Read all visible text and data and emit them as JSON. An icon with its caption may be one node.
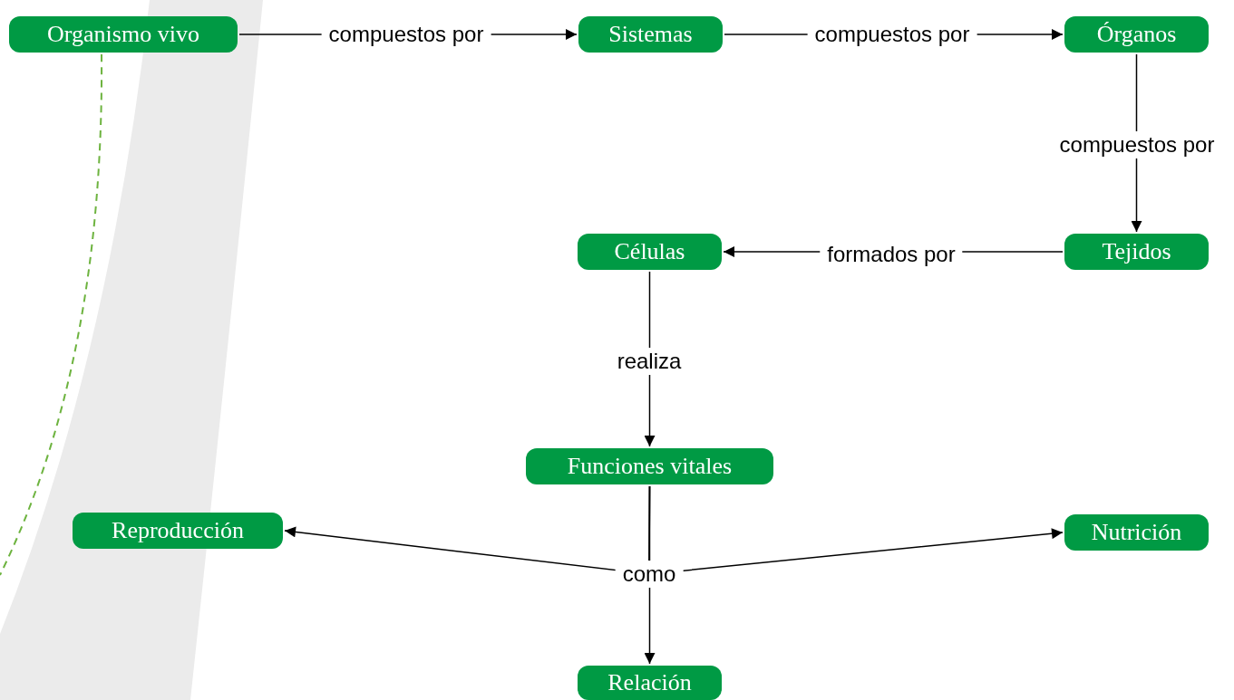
{
  "diagram": {
    "nodes": [
      {
        "text": [
          "Organismo vivo"
        ]
      },
      {
        "text": [
          "Sistemas"
        ]
      },
      {
        "text": [
          "Órganos"
        ]
      },
      {
        "text": [
          "Tejidos"
        ]
      },
      {
        "text": [
          "Células"
        ]
      },
      {
        "text": [
          "Funciones vitales"
        ]
      },
      {
        "text": [
          "Reproducción"
        ]
      },
      {
        "text": [
          "Nutrición"
        ]
      },
      {
        "text": [
          "Relación"
        ]
      }
    ],
    "edges": [
      {
        "from": 0,
        "to": 1,
        "arrow": "to",
        "label": "compuestos por"
      },
      {
        "from": 1,
        "to": 2,
        "arrow": "to",
        "label": "compuestos por"
      },
      {
        "from": 2,
        "to": 3,
        "arrow": "to",
        "label": "compuestos por"
      },
      {
        "from": 3,
        "to": 4,
        "arrow": "to",
        "label": "formados por"
      },
      {
        "from": 4,
        "to": 5,
        "arrow": "to",
        "label": "realiza"
      },
      {
        "from": 5,
        "to": 6,
        "arrow": "to"
      },
      {
        "from": 5,
        "to": 7,
        "arrow": "to"
      },
      {
        "from": 5,
        "to": 8,
        "arrow": "to",
        "label": "como"
      }
    ]
  }
}
